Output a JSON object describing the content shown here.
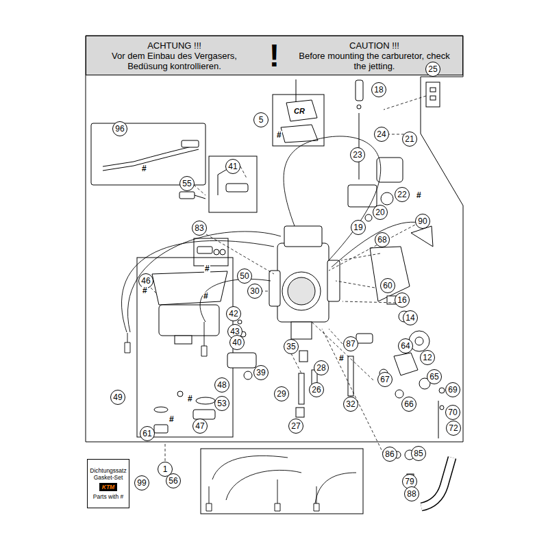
{
  "diagram": {
    "nodes": [
      {
        "text": [
          "ACHTUNG !!!",
          "Vor dem Einbau des Vergasers, Bedüsung kontrollieren.",
          "!",
          "CAUTION !!!",
          "Before mounting the carburetor, check the jetting."
        ]
      },
      {
        "text": [
          "18"
        ]
      },
      {
        "text": [
          "25"
        ]
      },
      {
        "text": [
          "5"
        ]
      },
      {
        "text": [
          "96"
        ]
      },
      {
        "text": [
          "24"
        ]
      },
      {
        "text": [
          "21"
        ]
      },
      {
        "text": [
          "23"
        ]
      },
      {
        "text": [
          "41"
        ]
      },
      {
        "text": [
          "55"
        ]
      },
      {
        "text": [
          "22"
        ]
      },
      {
        "text": [
          "19"
        ]
      },
      {
        "text": [
          "20"
        ]
      },
      {
        "text": [
          "90"
        ]
      },
      {
        "text": [
          "83"
        ]
      },
      {
        "text": [
          "68"
        ]
      },
      {
        "text": [
          "50"
        ]
      },
      {
        "text": [
          "46"
        ]
      },
      {
        "text": [
          "60"
        ]
      },
      {
        "text": [
          "30"
        ]
      },
      {
        "text": [
          "16"
        ]
      },
      {
        "text": [
          "42"
        ]
      },
      {
        "text": [
          "14"
        ]
      },
      {
        "text": [
          "43"
        ]
      },
      {
        "text": [
          "12"
        ]
      },
      {
        "text": [
          "87"
        ]
      },
      {
        "text": [
          "64"
        ]
      },
      {
        "text": [
          "35"
        ]
      },
      {
        "text": [
          "40"
        ]
      },
      {
        "text": [
          "28"
        ]
      },
      {
        "text": [
          "39"
        ]
      },
      {
        "text": [
          "65"
        ]
      },
      {
        "text": [
          "67"
        ]
      },
      {
        "text": [
          "48"
        ]
      },
      {
        "text": [
          "69"
        ]
      },
      {
        "text": [
          "26"
        ]
      },
      {
        "text": [
          "29"
        ]
      },
      {
        "text": [
          "32"
        ]
      },
      {
        "text": [
          "66"
        ]
      },
      {
        "text": [
          "49"
        ]
      },
      {
        "text": [
          "53"
        ]
      },
      {
        "text": [
          "70"
        ]
      },
      {
        "text": [
          "47"
        ]
      },
      {
        "text": [
          "27"
        ]
      },
      {
        "text": [
          "72"
        ]
      },
      {
        "text": [
          "61"
        ]
      },
      {
        "text": [
          "85"
        ]
      },
      {
        "text": [
          "86"
        ]
      },
      {
        "text": [
          "1"
        ]
      },
      {
        "text": [
          "56"
        ]
      },
      {
        "text": [
          "79"
        ]
      },
      {
        "text": [
          "99"
        ]
      },
      {
        "text": [
          "88"
        ]
      },
      {
        "text": [
          "Dichtungssatz Gasket-Set",
          "KTM",
          "Parts with #"
        ]
      }
    ],
    "labels": [
      "CR",
      "#",
      "#",
      "#",
      "#",
      "#",
      "#",
      "#",
      "#",
      "#"
    ]
  }
}
